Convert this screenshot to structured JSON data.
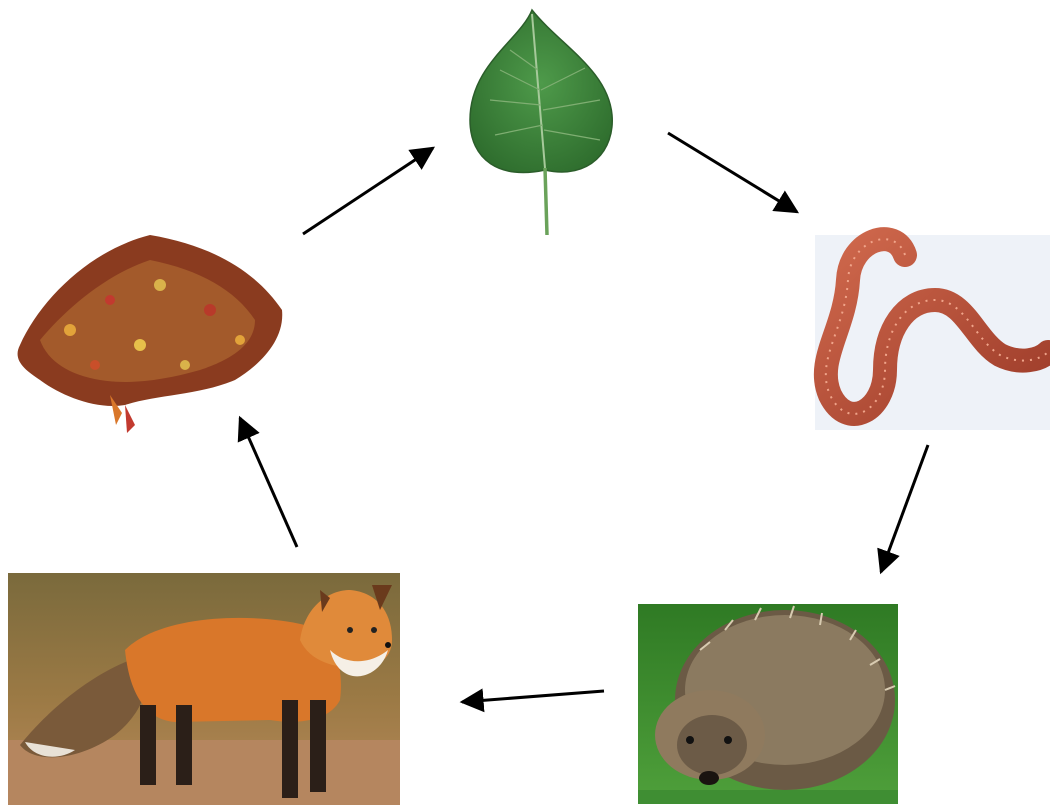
{
  "diagram": {
    "type": "cycle",
    "nodes": [
      {
        "id": "leaf",
        "icon": "green-leaf-image"
      },
      {
        "id": "worm",
        "icon": "earthworm-image"
      },
      {
        "id": "hedgehog",
        "icon": "hedgehog-image"
      },
      {
        "id": "fox",
        "icon": "fox-image"
      },
      {
        "id": "leaf-litter",
        "icon": "fallen-leaves-pile-image"
      }
    ],
    "edges": [
      {
        "from": "leaf",
        "to": "worm"
      },
      {
        "from": "worm",
        "to": "hedgehog"
      },
      {
        "from": "hedgehog",
        "to": "fox"
      },
      {
        "from": "fox",
        "to": "leaf-litter"
      },
      {
        "from": "leaf-litter",
        "to": "leaf"
      }
    ],
    "colors": {
      "arrow": "#000000",
      "leaf": "#3f8a3c",
      "worm": "#b5543a",
      "hedgehog": "#6b5a45",
      "fox": "#d9772a",
      "litter": "#8a3b1f",
      "grass": "#3f8e33"
    }
  }
}
